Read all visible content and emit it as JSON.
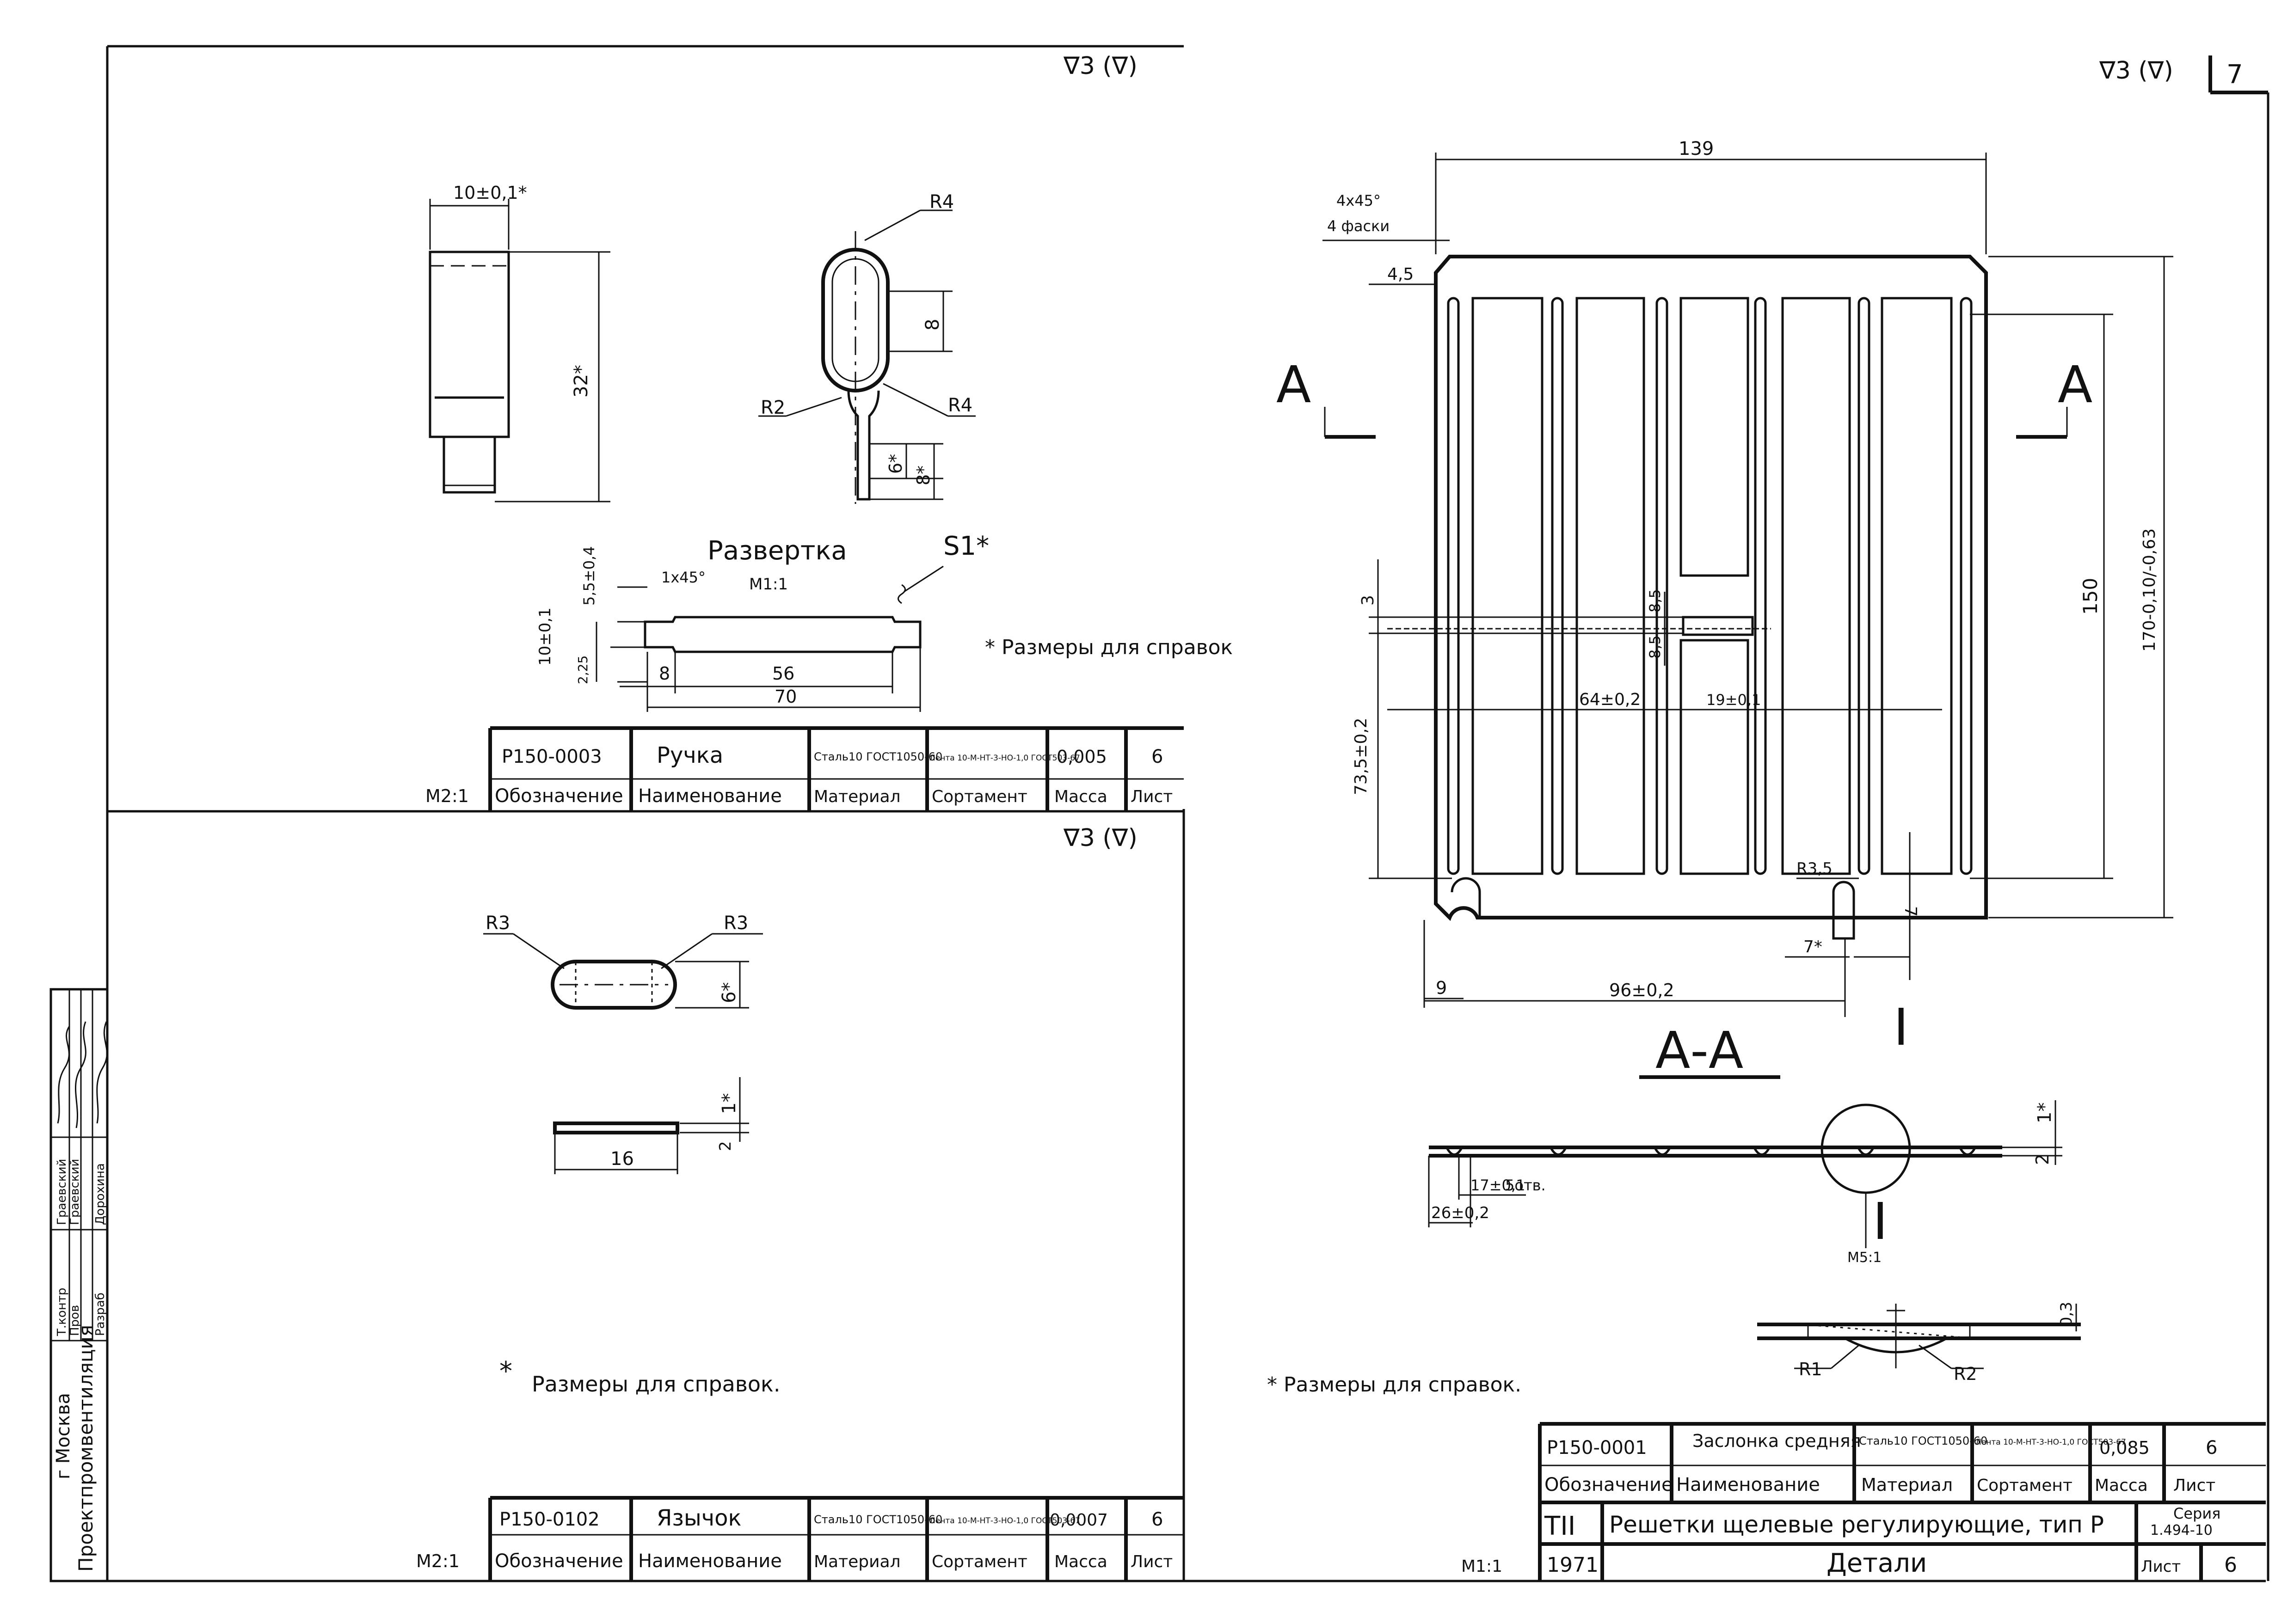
{
  "roughness": {
    "top_left": "∇3 (∇)",
    "top_right": "∇3 (∇)",
    "middle_left": "∇3 (∇)"
  },
  "sheet_number_box": "7",
  "handle": {
    "dims": {
      "width": "10±0,1*",
      "height": "32*",
      "r_top": "R4",
      "r_left": "R2",
      "r_right": "R4",
      "loop": "8",
      "stem1": "6*",
      "stem2": "8*"
    },
    "development": {
      "title": "Развертка",
      "scale": "М1:1",
      "thickness": "S1*",
      "chamfer": "1x45°",
      "dim_55": "5,5±0,4",
      "dim_10": "10±0,1",
      "dim_25": "2,25",
      "dim_8": "8",
      "dim_56": "56",
      "dim_70": "70"
    },
    "note": "* Размеры для справок",
    "scale": "М2:1",
    "table": {
      "designation": "Р150-0003",
      "name": "Ручка",
      "material": "Сталь10 ГОСТ1050-60",
      "assortment": "Лента 10-М-НТ-3-НО-1,0 ГОСТ503-67",
      "mass": "0,005",
      "sheet": "6"
    }
  },
  "tongue": {
    "dims": {
      "r_left": "R3",
      "r_right": "R3",
      "width": "6*",
      "thickness_label": "1*",
      "thickness": "2",
      "length": "16"
    },
    "note": "Размеры для справок.",
    "scale": "М2:1",
    "table": {
      "designation": "Р150-0102",
      "name": "Язычок",
      "material": "Сталь10 ГОСТ1050-60",
      "assortment": "Лента 10-М-НТ-3-НО-1,0 ГОСТ503-67",
      "mass": "0,0007",
      "sheet": "6"
    }
  },
  "damper": {
    "dims": {
      "top_width": "139",
      "chamfer": "4x45°",
      "chamfer_note": "4 фаски",
      "edge": "4,5",
      "height_150": "150",
      "height_170": "170-0,10/-0,63",
      "gap_85a": "8,5",
      "gap_85b": "8,5",
      "gap_3": "3",
      "d_64": "64±0,2",
      "d_19": "19±0,1",
      "d_735": "73,5±0,2",
      "r35": "R3,5",
      "d_7star": "7*",
      "d_7": "7",
      "d_9": "9",
      "d_96": "96±0,2",
      "section_marker_left": "A",
      "section_marker_right": "A"
    },
    "section": {
      "title": "А-А",
      "callout": "I",
      "callout_bottom": "I",
      "d_17": "17±0,1",
      "holes": "5отв.",
      "d_26": "26±0,2",
      "thick": "2",
      "thick_star": "1*",
      "detail_scale": "М5:1",
      "detail_03": "0,3",
      "detail_r1": "R1",
      "detail_r2": "R2"
    },
    "note": "* Размеры для справок.",
    "scale": "М1:1",
    "table": {
      "designation": "Р150-0001",
      "name": "Заслонка средняя",
      "material": "Сталь10 ГОСТ1050-60",
      "assortment": "Лента 10-М-НТ-3-НО-1,0 ГОСТ503-67",
      "mass": "0,085",
      "sheet": "6"
    }
  },
  "table_headers": {
    "designation": "Обозначение",
    "name": "Наименование",
    "material": "Материал",
    "assortment": "Сортамент",
    "mass": "Масса",
    "sheet": "Лист"
  },
  "title_block": {
    "code": "ТII",
    "title": "Решетки щелевые регулирующие, тип Р",
    "series_label": "Серия",
    "series": "1.494-10",
    "year": "1971",
    "subtitle": "Детали",
    "sheet_label": "Лист",
    "sheet": "6"
  },
  "side_stamp": {
    "org": "Проектпромвентиляция",
    "city": "г Москва",
    "roles": [
      "Т.контр",
      "Пров",
      "Разраб"
    ],
    "names": [
      "Граевский",
      "Граевский",
      "Дорохина"
    ]
  }
}
